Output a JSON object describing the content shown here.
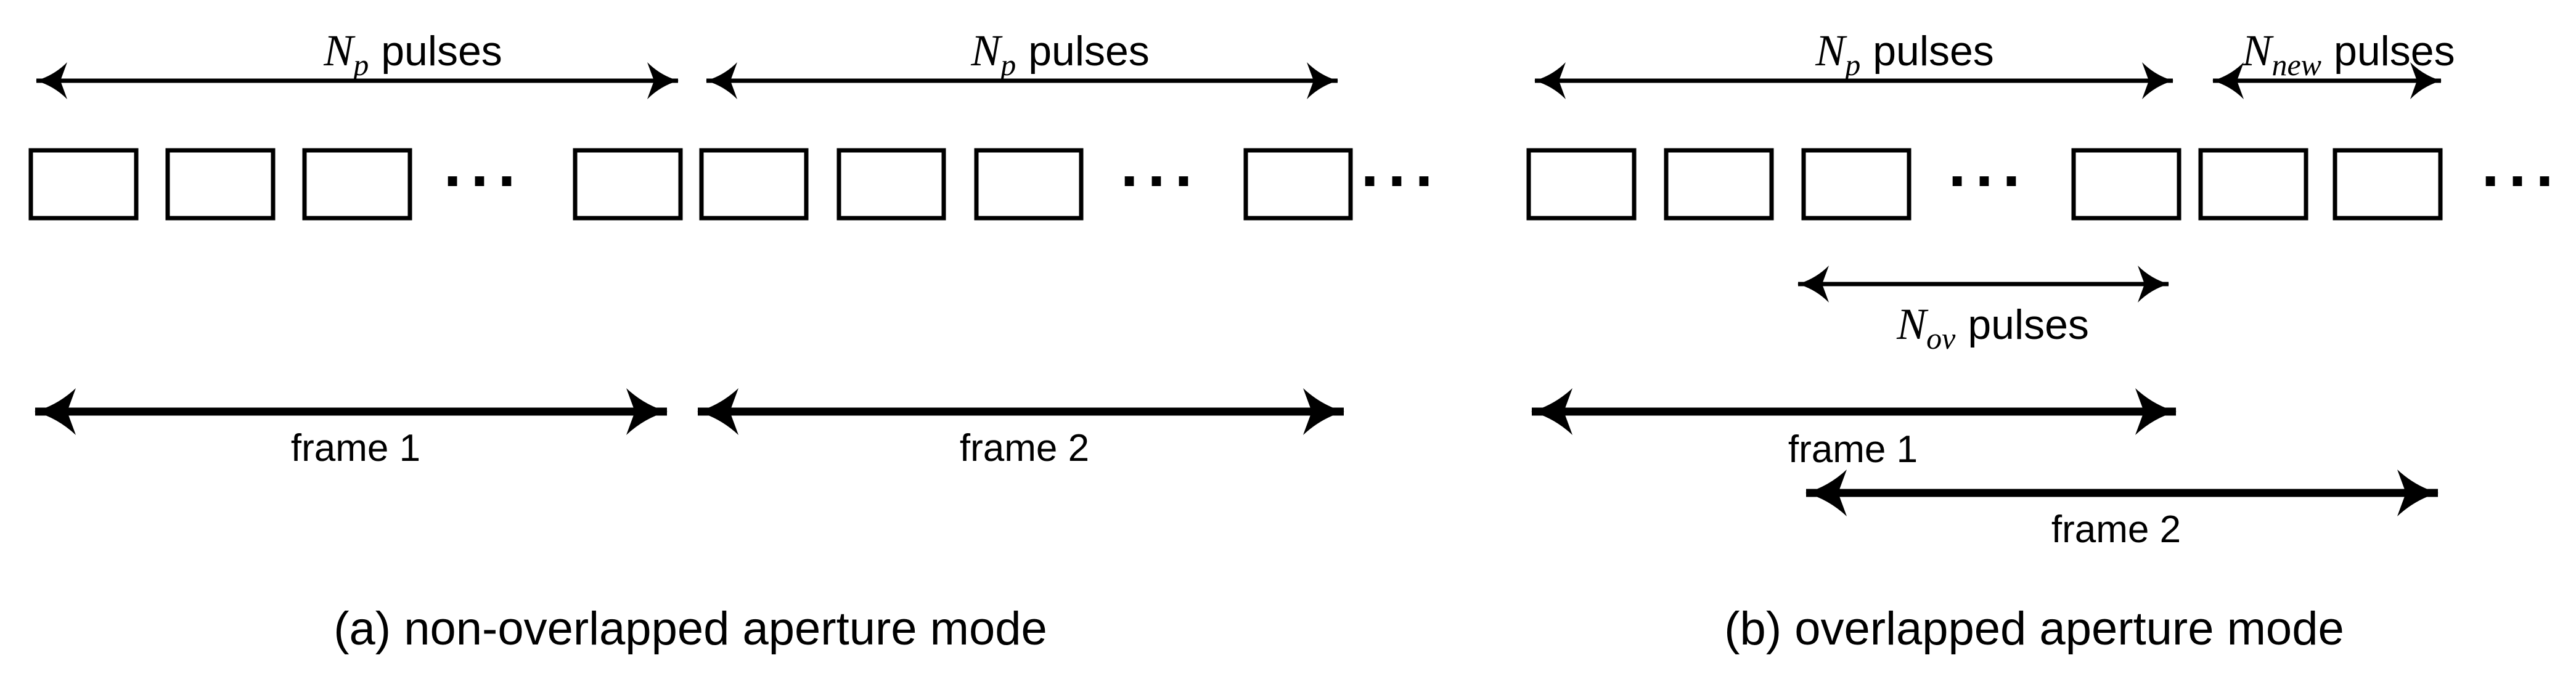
{
  "colors": {
    "background": "#ffffff",
    "ink": "#000000"
  },
  "panel_a": {
    "pulse_count_labels": [
      {
        "var": "N",
        "sub": "p",
        "word": "pulses"
      },
      {
        "var": "N",
        "sub": "p",
        "word": "pulses"
      }
    ],
    "ellipses": [
      "···",
      "···",
      "···"
    ],
    "frame_labels": [
      "frame 1",
      "frame 2"
    ],
    "caption": "(a) non-overlapped aperture mode"
  },
  "panel_b": {
    "np_label": {
      "var": "N",
      "sub": "p",
      "word": "pulses"
    },
    "nnew_label": {
      "var": "N",
      "sub": "new",
      "word": "pulses"
    },
    "nov_label": {
      "var": "N",
      "sub": "ov",
      "word": "pulses"
    },
    "ellipses": [
      "···",
      "···"
    ],
    "frame_labels": [
      "frame 1",
      "frame 2"
    ],
    "caption": "(b) overlapped aperture mode"
  }
}
